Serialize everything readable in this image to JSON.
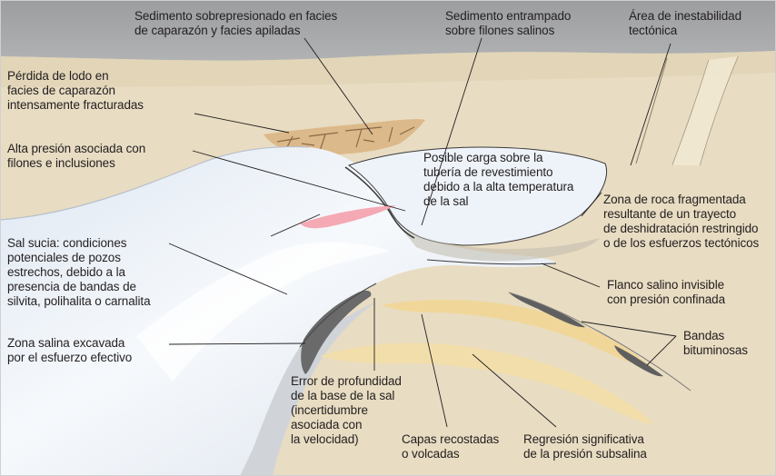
{
  "labels": {
    "sedimento_sobrepresionado": "Sedimento sobrepresionado en facies\nde caparazón y facies apiladas",
    "sedimento_entrampado": "Sedimento entrampado\nsobre filones salinos",
    "area_inestabilidad": "Área de inestabilidad\ntectónica",
    "perdida_lodo": "Pérdida de lodo en\nfacies de caparazón\nintensamente fracturadas",
    "alta_presion": "Alta presión asociada con\nfilones e inclusiones",
    "posible_carga": "Posible carga sobre la\ntubería de revestimiento\ndebido a la alta temperatura\nde la sal",
    "zona_roca": "Zona de roca fragmentada\nresultante de un trayecto\nde deshidratación restringido\no de los esfuerzos tectónicos",
    "sal_sucia": "Sal sucia: condiciones\npotenciales de pozos\nestrechos, debido a la\npresencia de bandas de\nsilvita, polihalita o carnalita",
    "flanco_salino": "Flanco salino invisible\ncon presión confinada",
    "zona_salina": "Zona salina excavada\npor el esfuerzo efectivo",
    "bandas": "Bandas\nbituminosas",
    "error_profundidad": "Error de profundidad\nde la base de la sal\n(incertidumbre\nasociada con\nla velocidad)",
    "capas_recostadas": "Capas recostadas\no volcadas",
    "regresion": "Regresión significativa\nde la presión subsalina"
  },
  "colors": {
    "sky": "#a4a6a8",
    "ground": "#e8dcc2",
    "ground_edge": "#d6c8aa",
    "salt": "#e9eff7",
    "salt_core": "#ffffff",
    "salt_shadow": "#c7d0dc",
    "carapace": "#dcb98a",
    "pink_lens": "#f4a9b4",
    "sand_band": "#f0d699",
    "bitumen": "#5f5f5f",
    "leader": "#231f20",
    "fault": "#4a4a4a"
  }
}
